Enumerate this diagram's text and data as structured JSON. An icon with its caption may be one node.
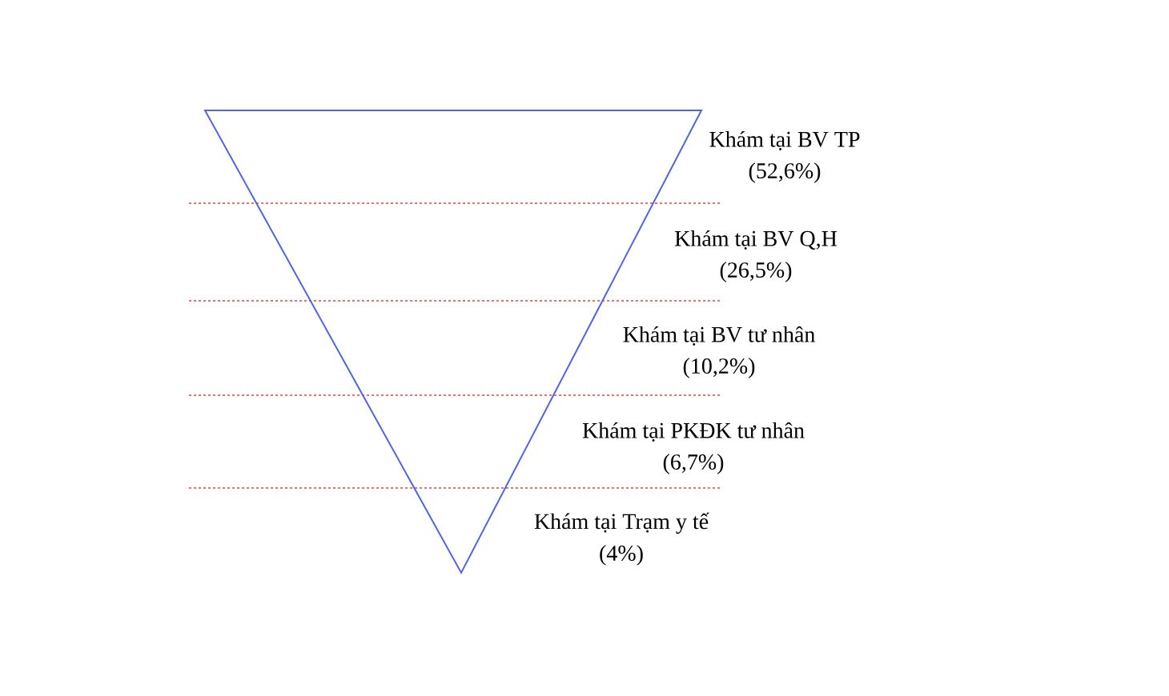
{
  "diagram": {
    "labels": [
      "Khám tại BV TP",
      "(52,6%)",
      "Khám tại BV Q,H",
      "(26,5%)",
      "Khám tại BV tư nhân",
      "(10,2%)",
      "Khám tại PKĐK tư nhân",
      "(6,7%)",
      "Khám tại Trạm y tế",
      "(4%)"
    ]
  }
}
